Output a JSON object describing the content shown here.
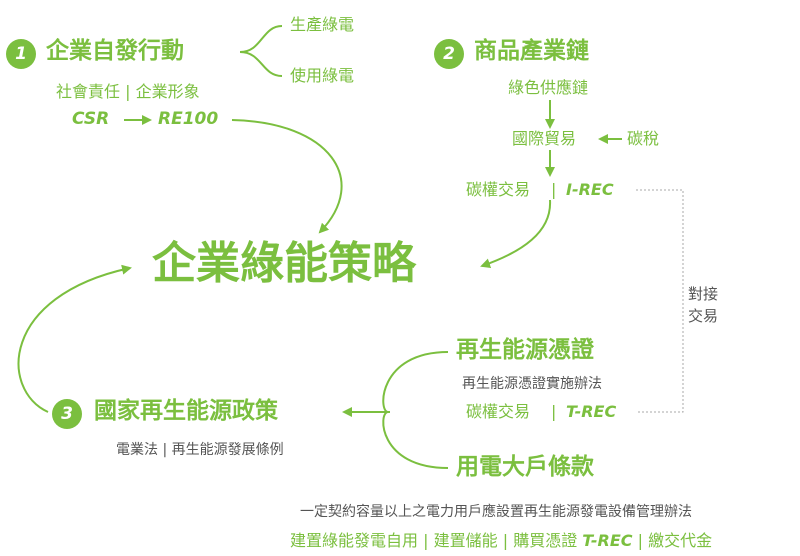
{
  "colors": {
    "accent": "#7bbf3f",
    "text_gray": "#555555",
    "dotted": "#aaaaaa"
  },
  "center_title": "企業綠能策略",
  "section1": {
    "number": "1",
    "title": "企業自發行動",
    "branches": [
      "生產綠電",
      "使用綠電"
    ],
    "subtitle": "社會責任 | 企業形象",
    "flow_from": "CSR",
    "flow_to": "RE100"
  },
  "section2": {
    "number": "2",
    "title": "商品產業鏈",
    "step1": "綠色供應鏈",
    "step2": "國際貿易",
    "side_input": "碳稅",
    "step3_label": "碳權交易",
    "step3_code": "I-REC"
  },
  "section3": {
    "number": "3",
    "title": "國家再生能源政策",
    "subtitle": "電業法 | 再生能源發展條例",
    "branch_a": {
      "title": "再生能源憑證",
      "note": "再生能源憑證實施辦法",
      "trade_label": "碳權交易",
      "trade_code": "T-REC"
    },
    "branch_b": {
      "title": "用電大戶條款",
      "note": "一定契約容量以上之電力用戶應設置再生能源發電設備管理辦法",
      "options": [
        "建置綠能發電自用",
        "建置儲能",
        "購買憑證",
        "T-REC",
        "繳交代金"
      ]
    }
  },
  "link_label": [
    "對接",
    "交易"
  ]
}
